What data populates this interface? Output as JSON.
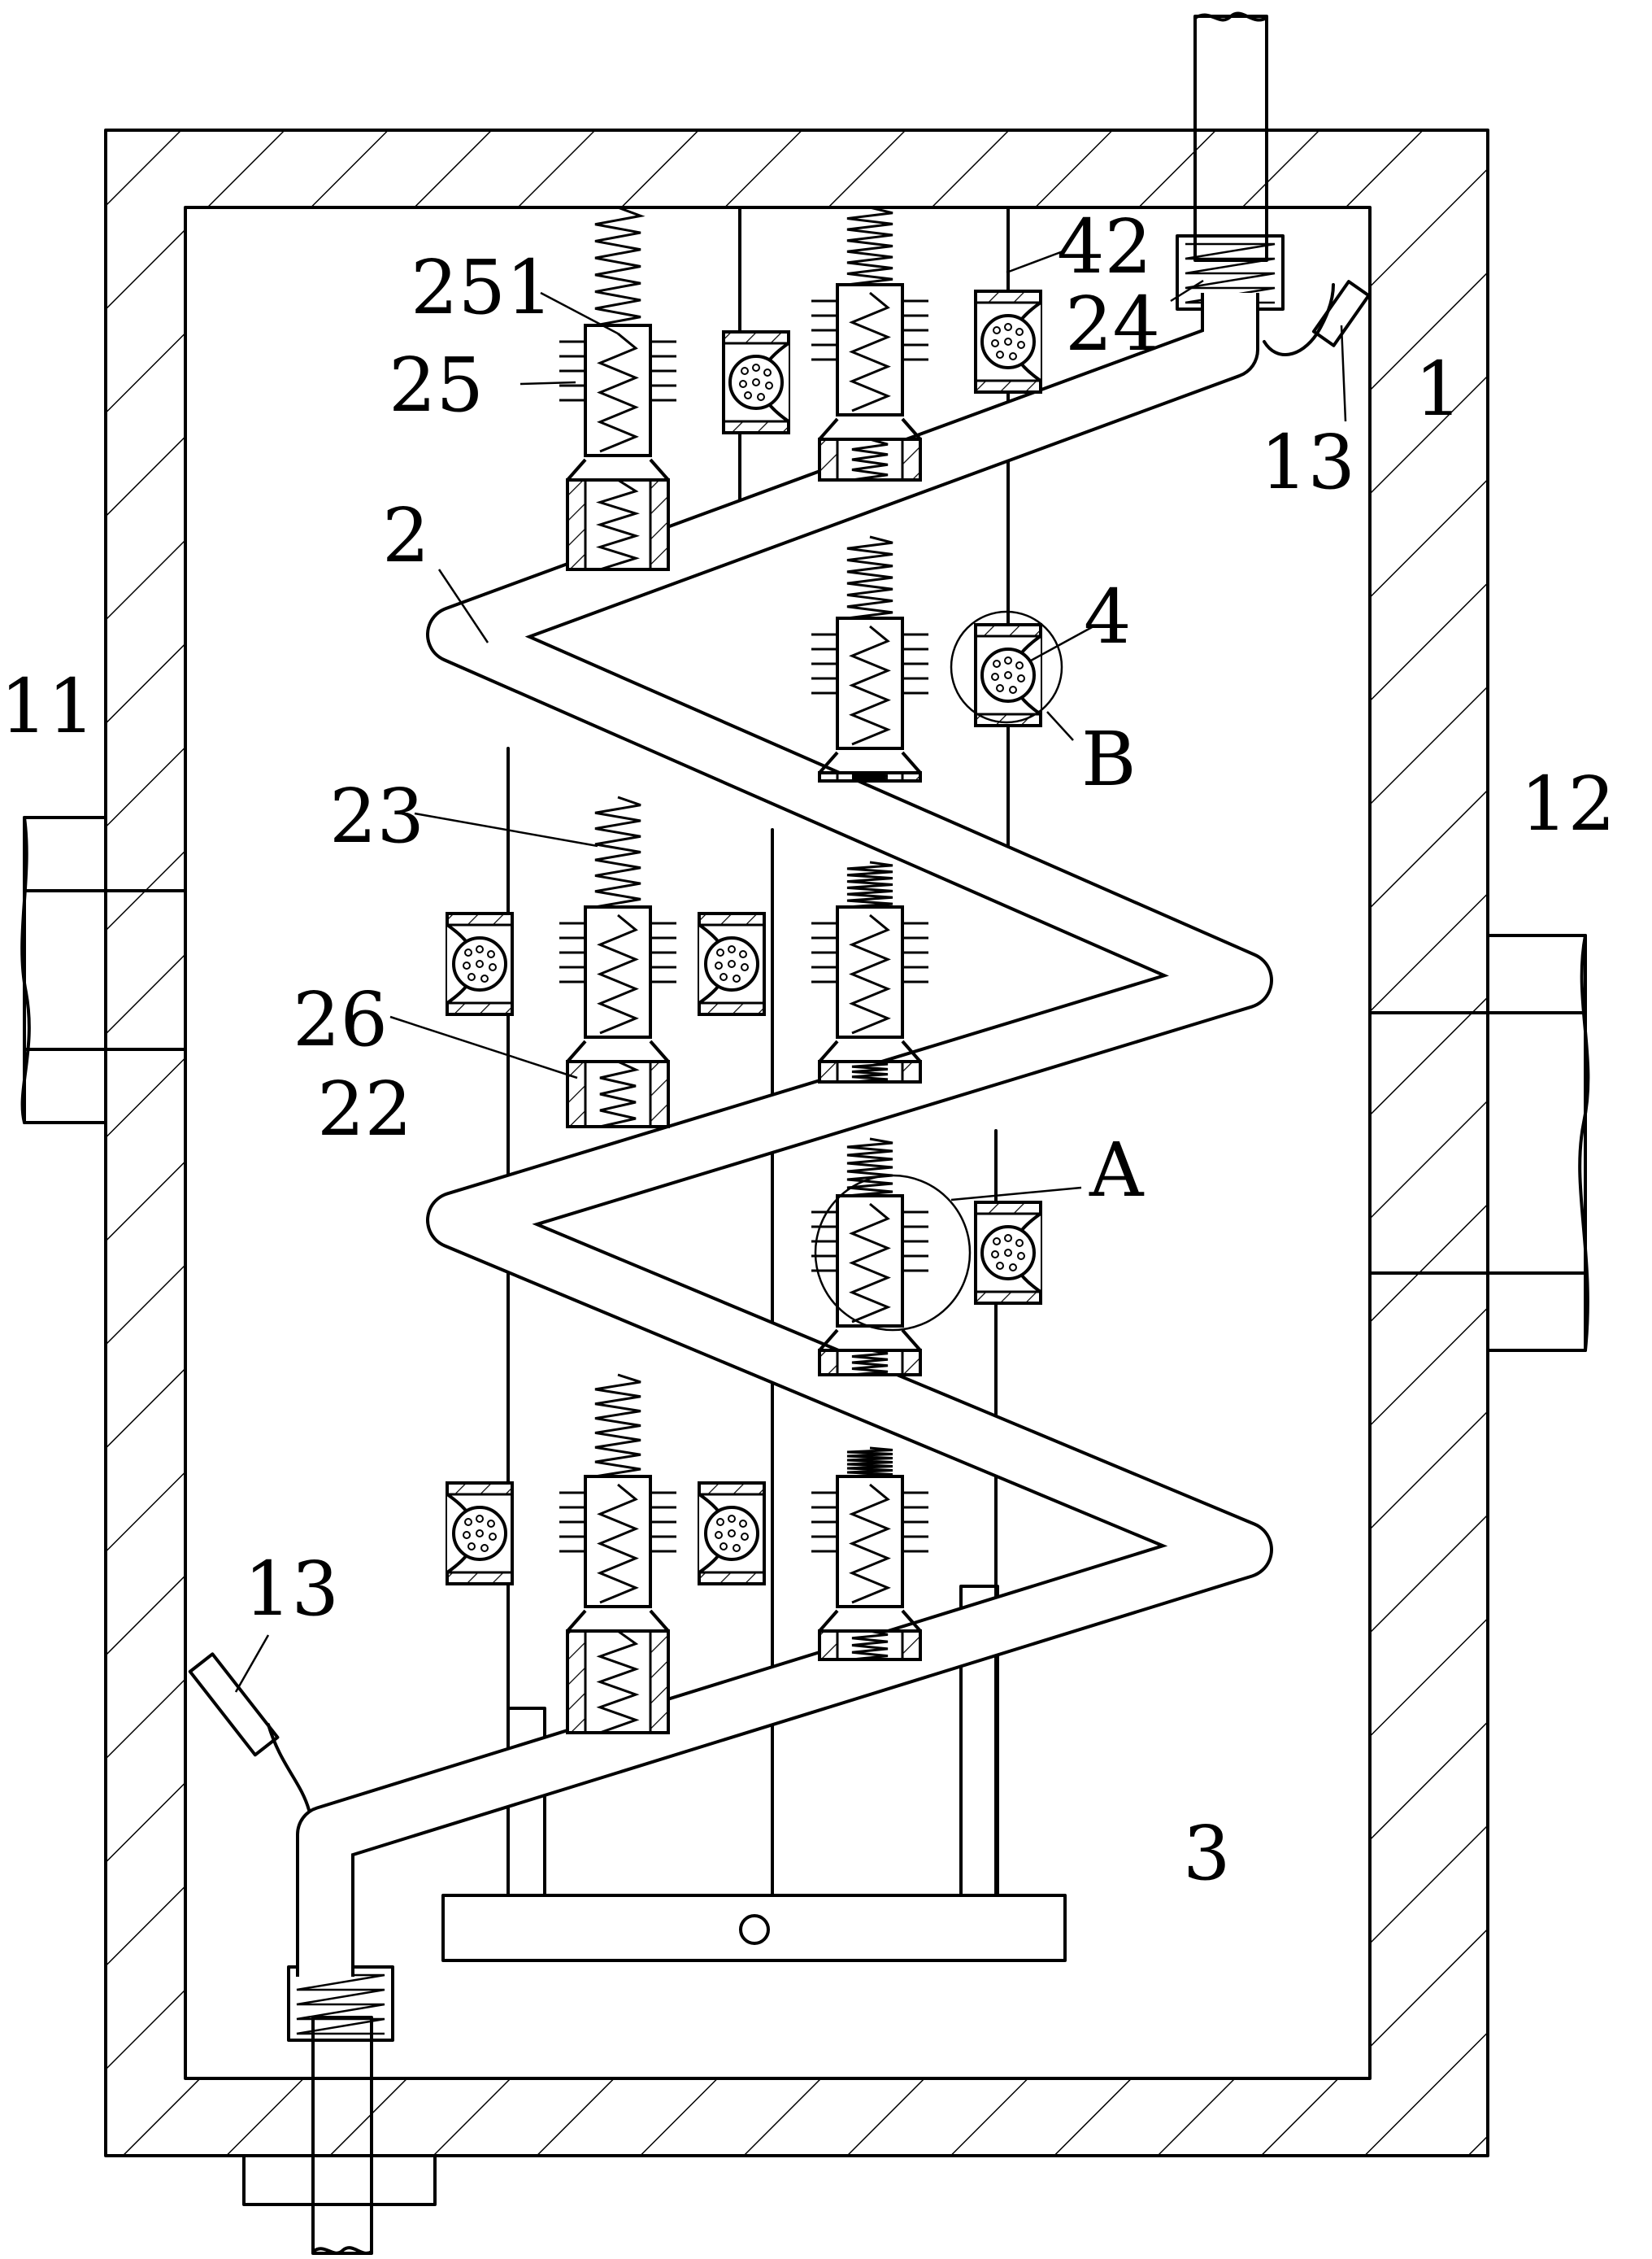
{
  "diagram": {
    "labels": {
      "l1": "1",
      "l2": "2",
      "l3": "3",
      "l4": "4",
      "l11": "11",
      "l12": "12",
      "l13_top": "13",
      "l13_bottom": "13",
      "l22": "22",
      "l23": "23",
      "l24": "24",
      "l25": "25",
      "l251": "251",
      "l26": "26",
      "l42": "42",
      "lA": "A",
      "lB": "B"
    }
  }
}
